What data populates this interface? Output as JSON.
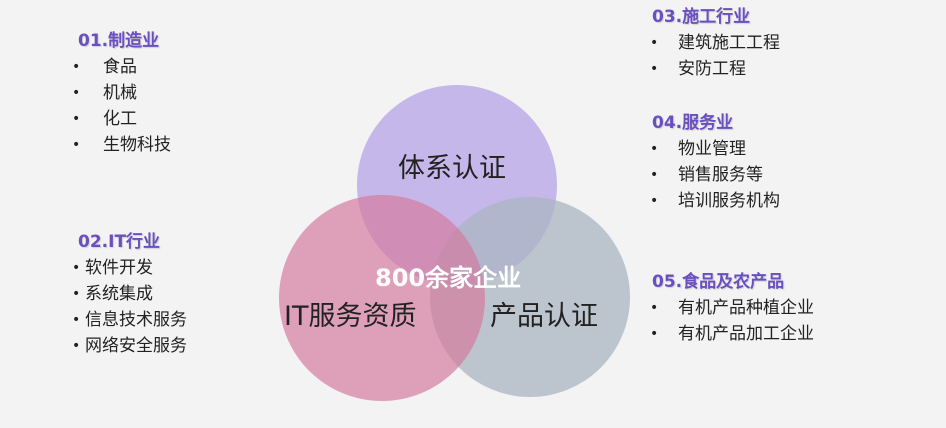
{
  "sections": [
    {
      "title": "01.制造业",
      "items": [
        "食品",
        "机械",
        "化工",
        "生物科技"
      ]
    },
    {
      "title": "02.IT行业",
      "items": [
        "软件开发",
        "系统集成",
        "信息技术服务",
        "网络安全服务"
      ]
    },
    {
      "title": "03.施工行业",
      "items": [
        "建筑施工工程",
        "安防工程"
      ]
    },
    {
      "title": "04.服务业",
      "items": [
        "物业管理",
        "销售服务等",
        "培训服务机构"
      ]
    },
    {
      "title": "05.食品及农产品",
      "items": [
        "有机产品种植企业",
        "有机产品加工企业"
      ]
    }
  ],
  "venn": {
    "top": "体系认证",
    "left": "IT服务资质",
    "right": "产品认证",
    "center": "800余家企业",
    "colors": {
      "top": "#b7a3e8",
      "left": "#d47a9e",
      "right": "#b3bdc8"
    }
  },
  "bullet": "•"
}
